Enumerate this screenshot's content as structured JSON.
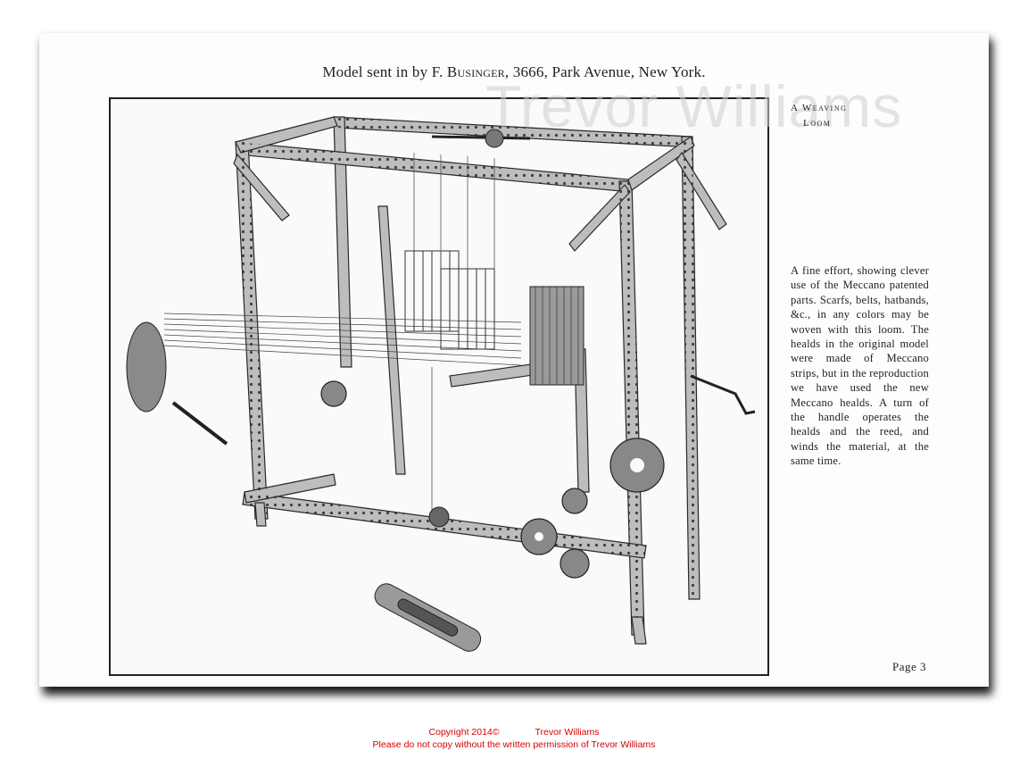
{
  "header": {
    "prefix": "Model sent in by F. ",
    "name": "Businger",
    "suffix": ", 3666, Park Avenue, New York."
  },
  "watermark": "Trevor Williams",
  "caption": {
    "title_line1": "A Weaving",
    "title_line2": "Loom"
  },
  "description": "A fine effort, showing clever use of the Meccano patented parts. Scarfs, belts, hatbands, &c., in any colors may be woven with this loom. The healds in the original model were made of Meccano strips, but in the reproduction we have used the new Meccano healds. A turn of the handle operates the healds and the reed, and winds the material, at the same time.",
  "page_number": "Page 3",
  "footer": {
    "copyright": "Copyright 2014©",
    "owner": "Trevor Williams",
    "notice": "Please do not copy without the written permission of Trevor Williams"
  }
}
